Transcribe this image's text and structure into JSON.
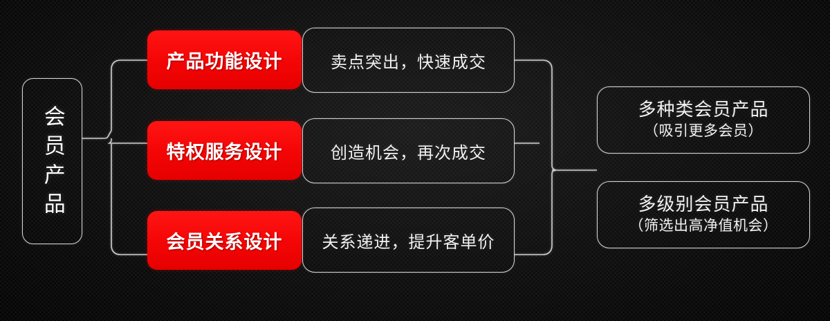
{
  "diagram": {
    "title_node": {
      "label": "会员产品"
    },
    "branches": [
      {
        "red_label": "产品功能设计",
        "description": "卖点突出，快速成交"
      },
      {
        "red_label": "特权服务设计",
        "description": "创造机会，再次成交"
      },
      {
        "red_label": "会员关系设计",
        "description": "关系递进，提升客单价"
      }
    ],
    "outcomes": [
      {
        "title": "多种类会员产品",
        "subtitle": "（吸引更多会员）"
      },
      {
        "title": "多级别会员产品",
        "subtitle": "（筛选出高净值机会）"
      }
    ],
    "colors": {
      "background": "#0d0d0d",
      "accent_red": "#fa0f0f",
      "outline": "#d8d8d8",
      "text": "#f2f2f2"
    }
  }
}
